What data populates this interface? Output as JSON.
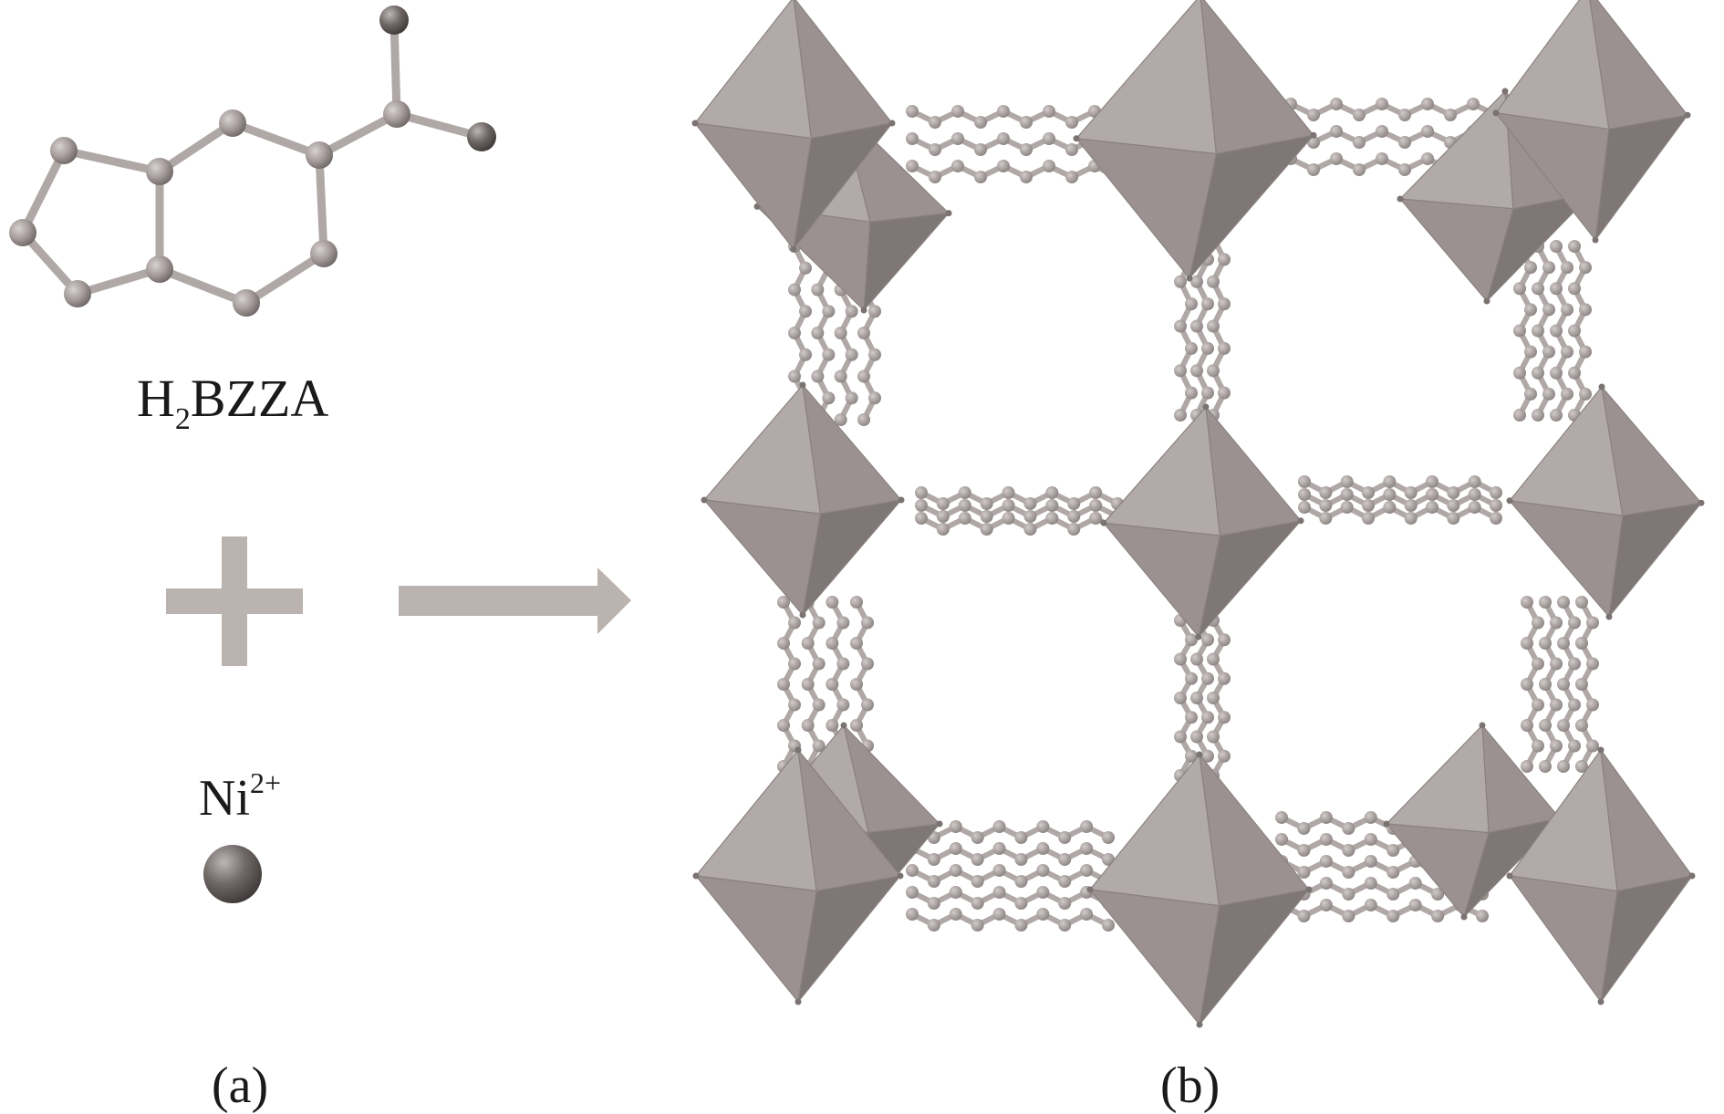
{
  "panel_a": {
    "ligand": {
      "prefix": "H",
      "subscript": "2",
      "suffix": "BZZA"
    },
    "plus_symbol": "+",
    "ion": {
      "base": "Ni",
      "charge": "2+"
    },
    "panel_label": "(a)"
  },
  "panel_b": {
    "panel_label": "(b)"
  },
  "colors": {
    "atom": "#a49b9a",
    "bond": "#b0a8a7",
    "arrow": "#bab3b0",
    "octahedron_light": "#b2aaa8",
    "octahedron_mid": "#9a9190",
    "octahedron_dark": "#7f7776",
    "ni_ion": "#6f6867",
    "text": "#1a1a1a"
  },
  "icons": {
    "reaction_arrow": "right-arrow-icon",
    "plus": "plus-icon",
    "ion_sphere": "sphere-icon"
  }
}
